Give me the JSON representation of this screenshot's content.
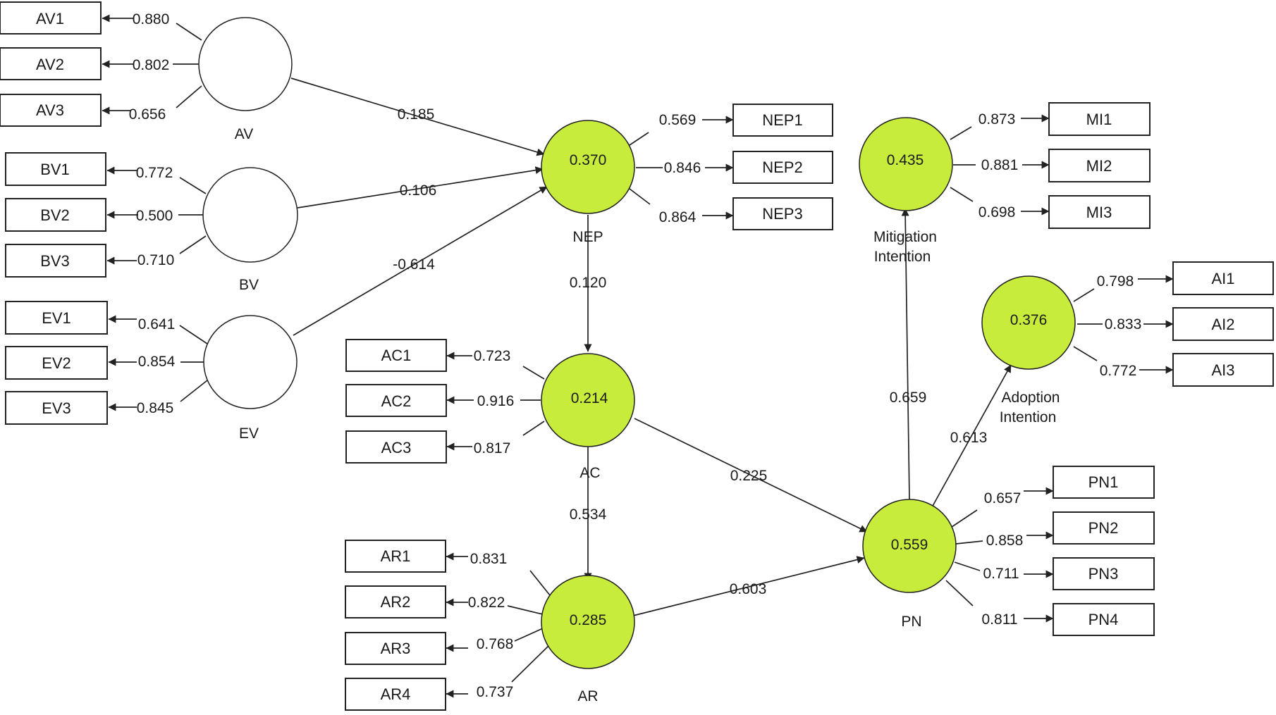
{
  "colors": {
    "endogenous": "#c8ec3c",
    "exogenous": "#ffffff",
    "stroke": "#222222"
  },
  "constructs": {
    "AV": {
      "name": "AV"
    },
    "BV": {
      "name": "BV"
    },
    "EV": {
      "name": "EV"
    },
    "NEP": {
      "name": "NEP",
      "r2": "0.370"
    },
    "AC": {
      "name": "AC",
      "r2": "0.214"
    },
    "AR": {
      "name": "AR",
      "r2": "0.285"
    },
    "MI": {
      "name_line1": "Mitigation",
      "name_line2": "Intention",
      "r2": "0.435"
    },
    "AI": {
      "name_line1": "Adoption",
      "name_line2": "Intention",
      "r2": "0.376"
    },
    "PN": {
      "name": "PN",
      "r2": "0.559"
    }
  },
  "indicators": {
    "AV1": {
      "name": "AV1",
      "loading": "0.880"
    },
    "AV2": {
      "name": "AV2",
      "loading": "0.802"
    },
    "AV3": {
      "name": "AV3",
      "loading": "0.656"
    },
    "BV1": {
      "name": "BV1",
      "loading": "0.772"
    },
    "BV2": {
      "name": "BV2",
      "loading": "0.500"
    },
    "BV3": {
      "name": "BV3",
      "loading": "0.710"
    },
    "EV1": {
      "name": "EV1",
      "loading": "0.641"
    },
    "EV2": {
      "name": "EV2",
      "loading": "0.854"
    },
    "EV3": {
      "name": "EV3",
      "loading": "0.845"
    },
    "NEP1": {
      "name": "NEP1",
      "loading": "0.569"
    },
    "NEP2": {
      "name": "NEP2",
      "loading": "0.846"
    },
    "NEP3": {
      "name": "NEP3",
      "loading": "0.864"
    },
    "AC1": {
      "name": "AC1",
      "loading": "0.723"
    },
    "AC2": {
      "name": "AC2",
      "loading": "0.916"
    },
    "AC3": {
      "name": "AC3",
      "loading": "0.817"
    },
    "AR1": {
      "name": "AR1",
      "loading": "0.831"
    },
    "AR2": {
      "name": "AR2",
      "loading": "0.822"
    },
    "AR3": {
      "name": "AR3",
      "loading": "0.768"
    },
    "AR4": {
      "name": "AR4",
      "loading": "0.737"
    },
    "MI1": {
      "name": "MI1",
      "loading": "0.873"
    },
    "MI2": {
      "name": "MI2",
      "loading": "0.881"
    },
    "MI3": {
      "name": "MI3",
      "loading": "0.698"
    },
    "AI1": {
      "name": "AI1",
      "loading": "0.798"
    },
    "AI2": {
      "name": "AI2",
      "loading": "0.833"
    },
    "AI3": {
      "name": "AI3",
      "loading": "0.772"
    },
    "PN1": {
      "name": "PN1",
      "loading": "0.657"
    },
    "PN2": {
      "name": "PN2",
      "loading": "0.858"
    },
    "PN3": {
      "name": "PN3",
      "loading": "0.711"
    },
    "PN4": {
      "name": "PN4",
      "loading": "0.811"
    }
  },
  "paths": {
    "AV_NEP": "0.185",
    "BV_NEP": "0.106",
    "EV_NEP": "-0.614",
    "NEP_AC": "0.120",
    "AC_AR": "0.534",
    "AC_PN": "0.225",
    "AR_PN": "0.603",
    "PN_MI": "0.659",
    "PN_AI": "0.613"
  }
}
